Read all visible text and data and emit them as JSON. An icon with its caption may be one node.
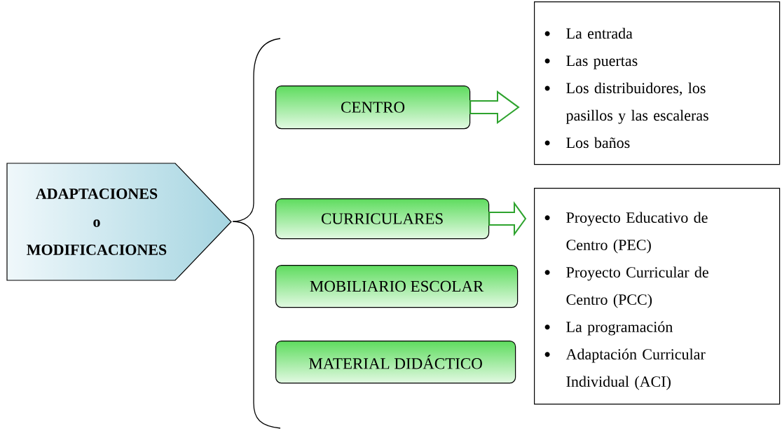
{
  "diagram": {
    "nodes": [
      {
        "text": [
          "ADAPTACIONES",
          "o",
          "MODIFICACIONES"
        ]
      },
      {
        "text": [
          "CENTRO"
        ]
      },
      {
        "text": [
          "CURRICULARES"
        ]
      },
      {
        "text": [
          "MOBILIARIO ESCOLAR"
        ]
      },
      {
        "text": [
          "MATERIAL DIDÁCTICO"
        ]
      },
      {
        "text": [
          "La entrada",
          "Las puertas",
          "Los distribuidores, los pasillos y las escaleras",
          "Los baños"
        ]
      },
      {
        "text": [
          "Proyecto Educativo de Centro (PEC)",
          "Proyecto Curricular de Centro (PCC)",
          "La programación",
          "Adaptación Curricular Individual (ACI)"
        ]
      }
    ],
    "edges": [
      {
        "from": 1,
        "to": 5,
        "arrow": "to"
      },
      {
        "from": 2,
        "to": 6,
        "arrow": "to"
      }
    ]
  }
}
